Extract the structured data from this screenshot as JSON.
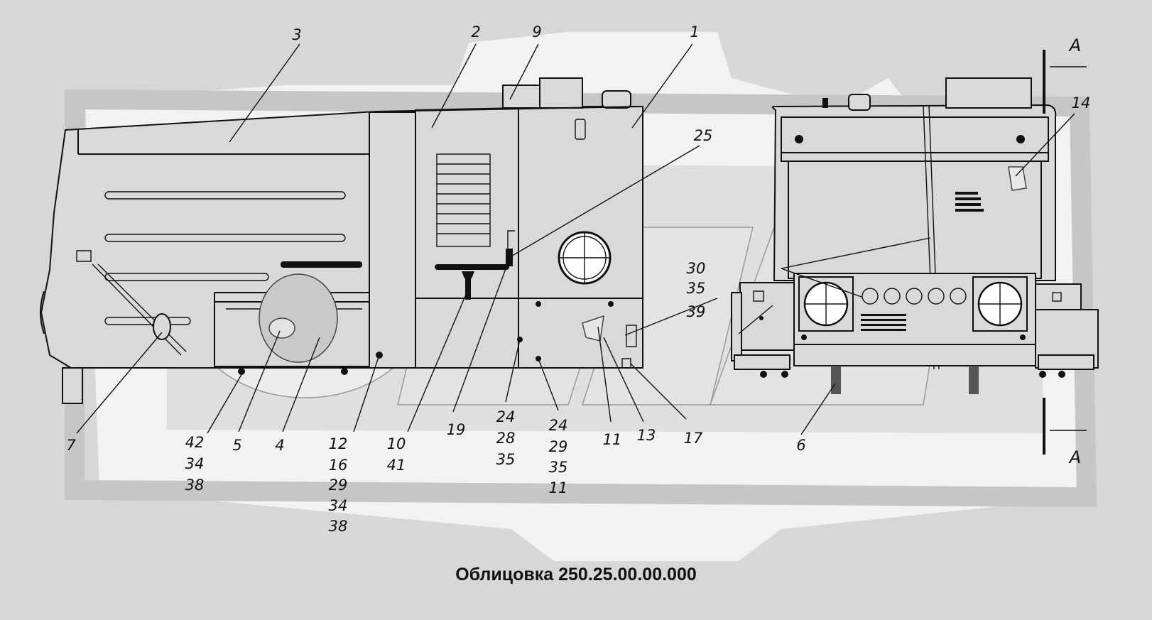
{
  "caption": "Облицовка 250.25.00.00.000",
  "section_marks": {
    "top": "A",
    "bottom": "A"
  },
  "callouts": [
    {
      "id": "c3",
      "lines": [
        "3"
      ]
    },
    {
      "id": "c2",
      "lines": [
        "2"
      ]
    },
    {
      "id": "c9",
      "lines": [
        "9"
      ]
    },
    {
      "id": "c1",
      "lines": [
        "1"
      ]
    },
    {
      "id": "c25",
      "lines": [
        "25"
      ]
    },
    {
      "id": "c14",
      "lines": [
        "14"
      ]
    },
    {
      "id": "c30",
      "lines": [
        "30",
        "35",
        "39"
      ]
    },
    {
      "id": "c7",
      "lines": [
        "7"
      ]
    },
    {
      "id": "c42",
      "lines": [
        "42",
        "34",
        "38"
      ]
    },
    {
      "id": "c5",
      "lines": [
        "5"
      ]
    },
    {
      "id": "c4",
      "lines": [
        "4"
      ]
    },
    {
      "id": "c12",
      "lines": [
        "12",
        "16",
        "29",
        "34",
        "38"
      ]
    },
    {
      "id": "c10",
      "lines": [
        "10",
        "41"
      ]
    },
    {
      "id": "c19",
      "lines": [
        "19"
      ]
    },
    {
      "id": "c24a",
      "lines": [
        "24",
        "28",
        "35"
      ]
    },
    {
      "id": "c24b",
      "lines": [
        "24",
        "29",
        "35",
        "11"
      ]
    },
    {
      "id": "c11",
      "lines": [
        "11"
      ]
    },
    {
      "id": "c13",
      "lines": [
        "13"
      ]
    },
    {
      "id": "c17",
      "lines": [
        "17"
      ]
    },
    {
      "id": "c6",
      "lines": [
        "6"
      ]
    }
  ]
}
